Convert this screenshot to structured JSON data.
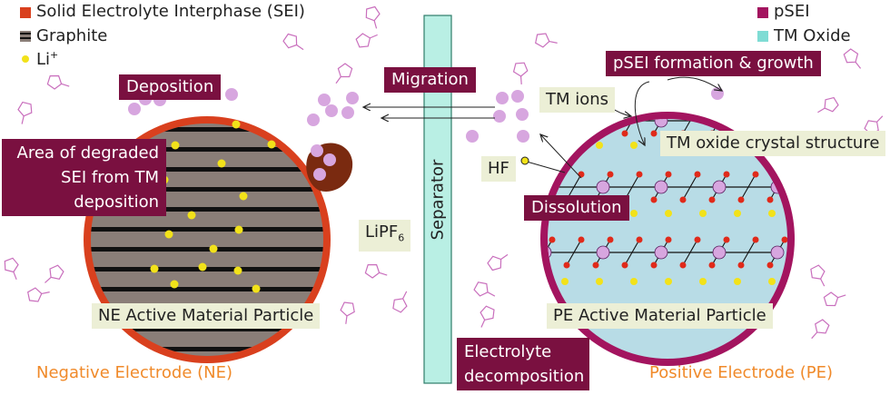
{
  "legend_left": [
    {
      "label": "Solid Electrolyte Interphase (SEI)",
      "color": "#d9401e"
    },
    {
      "label": "Graphite",
      "color": "#5a5050"
    },
    {
      "label": "Li+",
      "color": "#f2e21a"
    }
  ],
  "legend_right": [
    {
      "label": "pSEI",
      "color": "#a3145f"
    },
    {
      "label": "TM Oxide",
      "color": "#7fdcd4"
    }
  ],
  "labels": {
    "deposition": "Deposition",
    "area_degraded": "Area of degraded SEI from TM deposition",
    "migration": "Migration",
    "separator": "Separator",
    "lipf6_base": "LiPF",
    "lipf6_sub": "6",
    "electrolyte_decomposition": "Electrolyte decomposition",
    "pSEI_formation": "pSEI formation & growth",
    "tm_ions": "TM ions",
    "tm_oxide_structure": "TM oxide crystal structure",
    "hf": "HF",
    "dissolution": "Dissolution",
    "ne_particle": "NE Active Material Particle",
    "pe_particle": "PE Active Material Particle",
    "ne_title": "Negative Electrode (NE)",
    "pe_title": "Positive Electrode (PE)"
  },
  "colors": {
    "sei": "#d9401e",
    "graphite_fill": "#8a7e78",
    "graphite_line": "#111111",
    "li": "#f2e21a",
    "psei": "#a3145f",
    "tm_oxide": "#b8dce6",
    "tm_ion": "#d7a6df",
    "oxygen": "#e02a1a",
    "separator": "#b9efe4",
    "label_dark": "#7a1040",
    "label_light": "#ecefd6",
    "title_orange": "#f08a2a"
  },
  "icons": [
    "pentagon-molecule-icon",
    "arrow-icon"
  ]
}
